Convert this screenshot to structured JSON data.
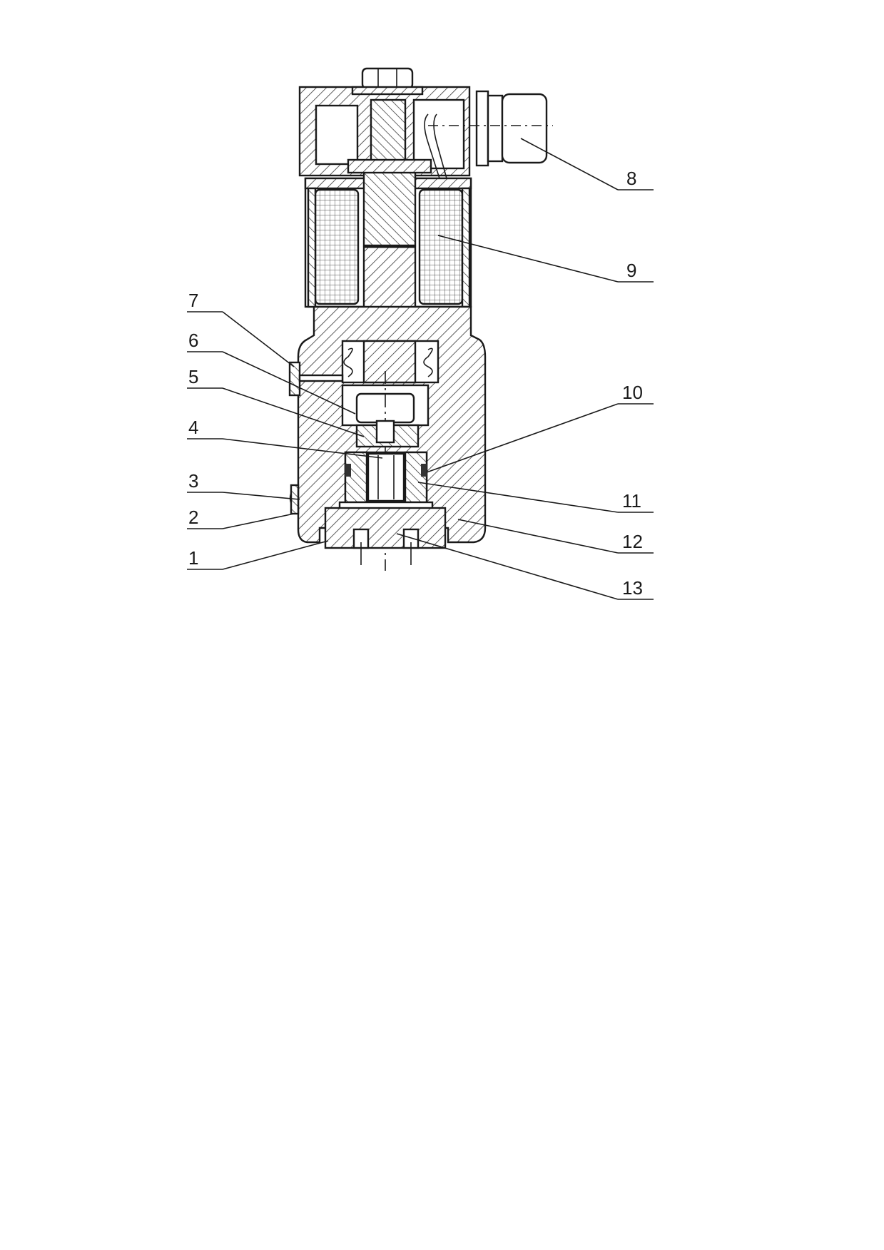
{
  "drawing": {
    "callouts": [
      {
        "id": "1",
        "text": "1"
      },
      {
        "id": "2",
        "text": "2"
      },
      {
        "id": "3",
        "text": "3"
      },
      {
        "id": "4",
        "text": "4"
      },
      {
        "id": "5",
        "text": "5"
      },
      {
        "id": "6",
        "text": "6"
      },
      {
        "id": "7",
        "text": "7"
      },
      {
        "id": "8",
        "text": "8"
      },
      {
        "id": "9",
        "text": "9"
      },
      {
        "id": "10",
        "text": "10"
      },
      {
        "id": "11",
        "text": "11"
      },
      {
        "id": "12",
        "text": "12"
      },
      {
        "id": "13",
        "text": "13"
      }
    ]
  }
}
